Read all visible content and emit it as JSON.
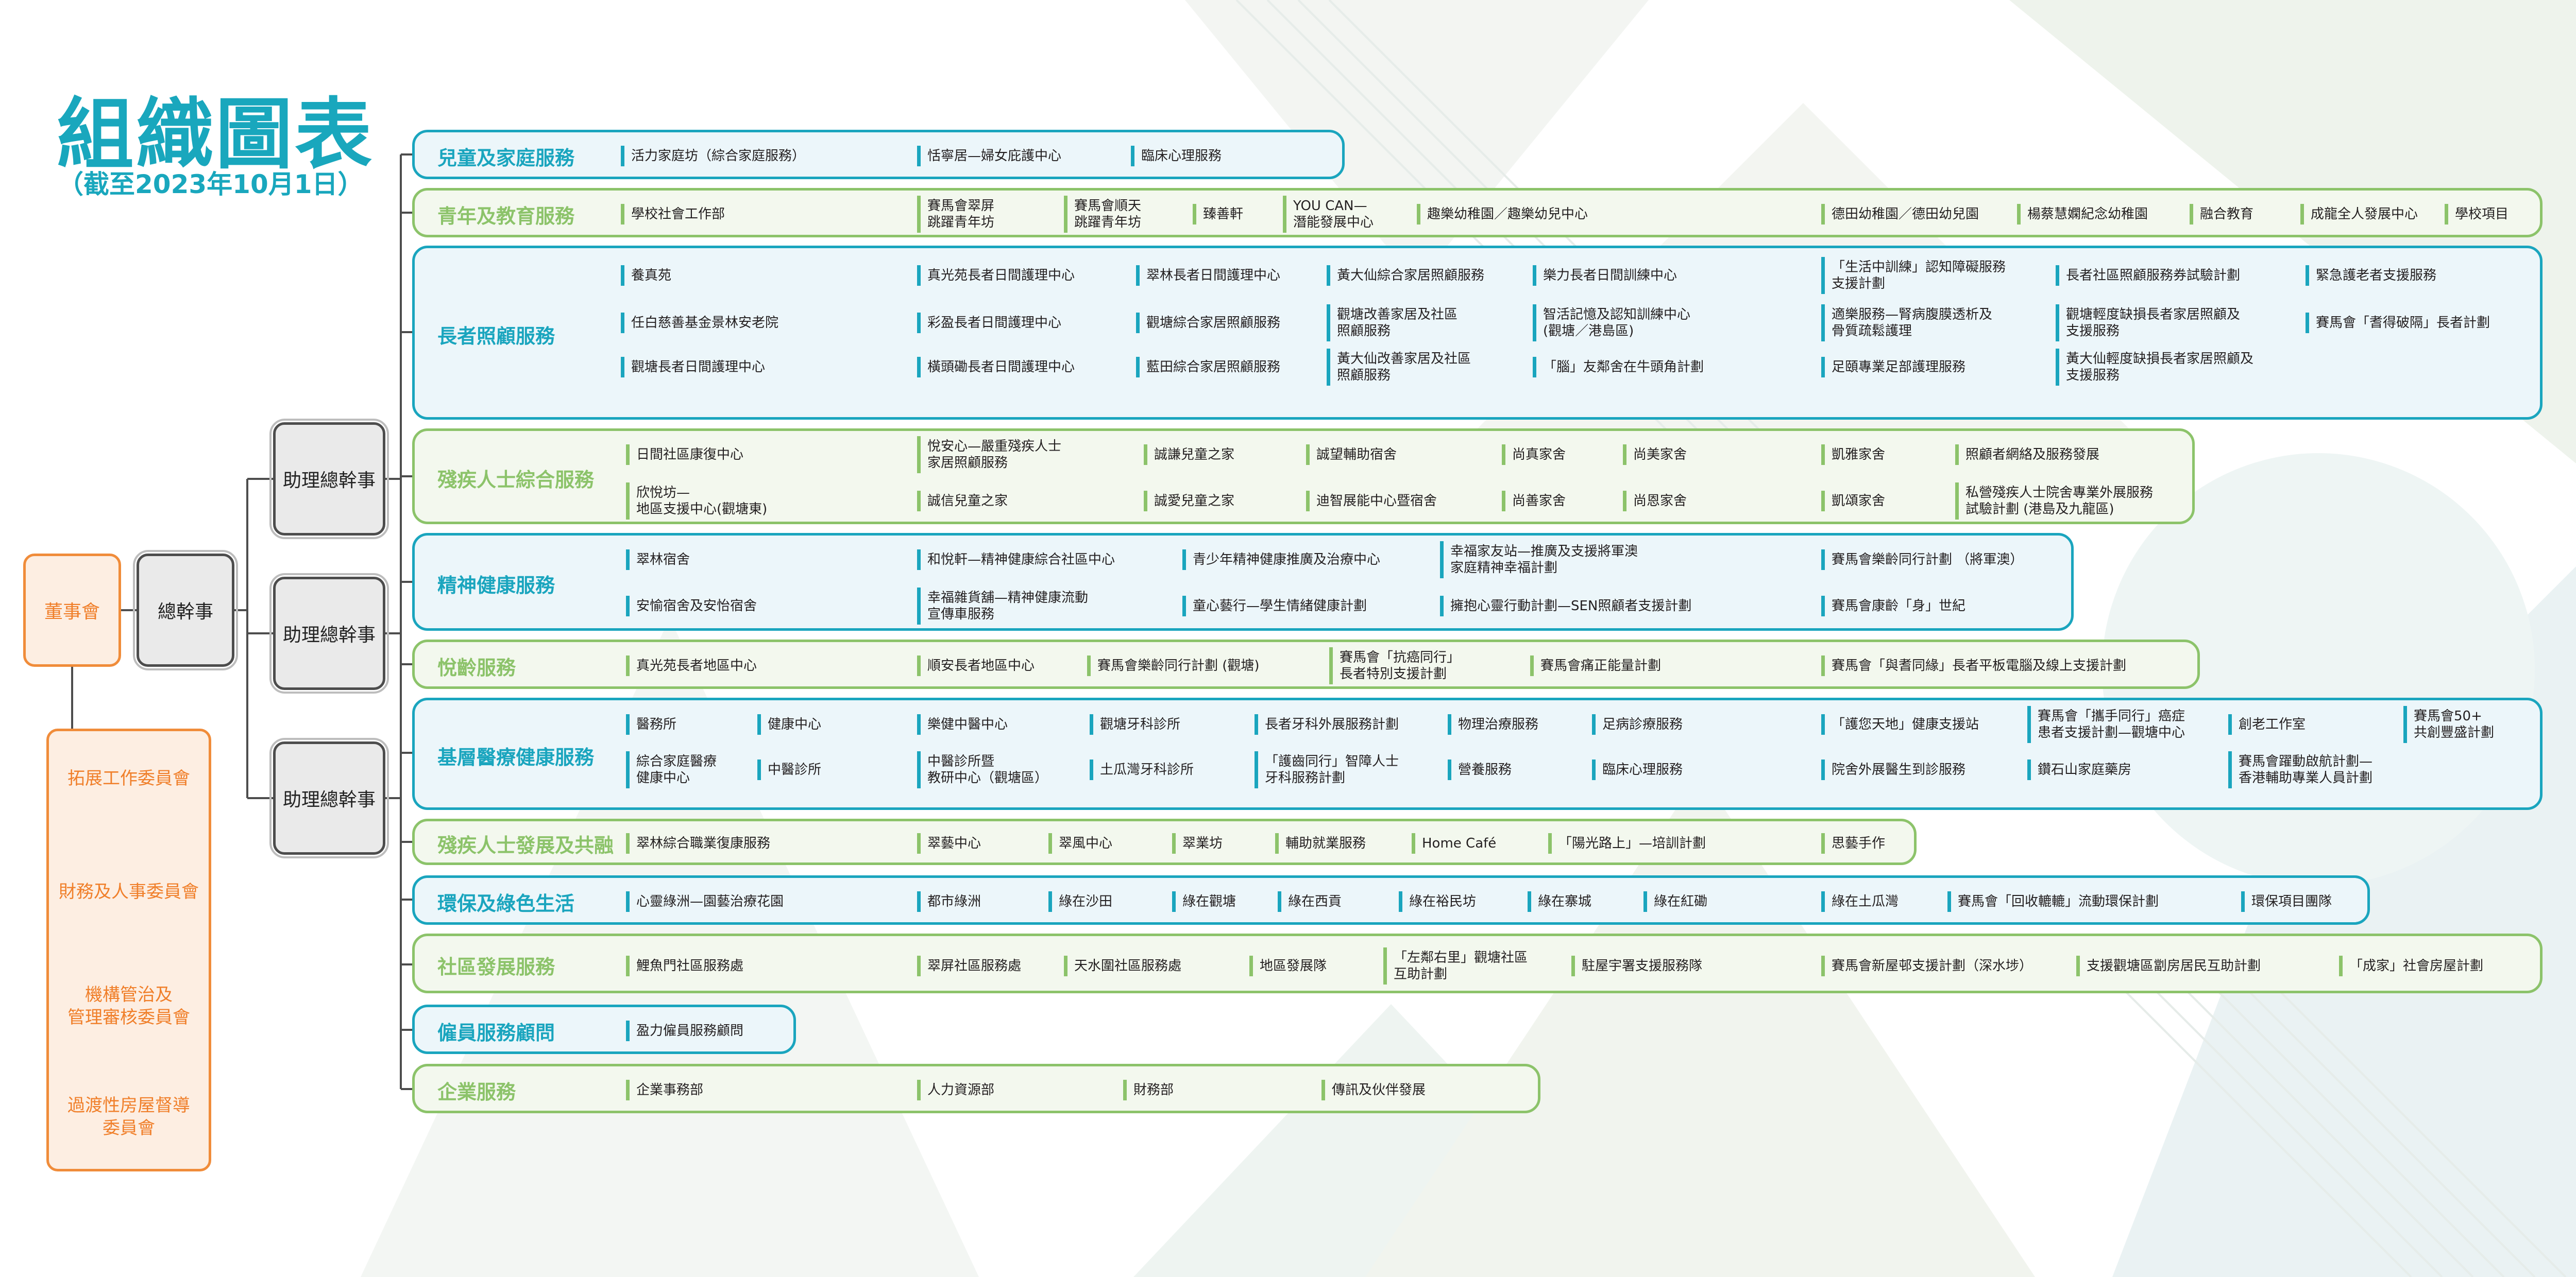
{
  "title": "組織圖表",
  "subtitle": "（截至2023年10月1日）",
  "board": "董事會",
  "director": "總幹事",
  "assistant_directors": [
    "助理總幹事",
    "助理總幹事",
    "助理總幹事"
  ],
  "committees": [
    "拓展工作委員會",
    "財務及人事委員會",
    "機構管治及\n管理審核委員會",
    "過渡性房屋督導\n委員會"
  ],
  "departments": [
    {
      "name": "兒童及家庭服務",
      "color": "blue",
      "items": [
        "活力家庭坊（綜合家庭服務）",
        "恬寧居—婦女庇護中心",
        "臨床心理服務"
      ]
    },
    {
      "name": "青年及教育服務",
      "color": "green",
      "items": [
        "學校社會工作部",
        "賽馬會翠屏\n跳躍青年坊",
        "賽馬會順天\n跳躍青年坊",
        "臻善軒",
        "YOU CAN—\n潛能發展中心",
        "趣樂幼稚園／趣樂幼兒中心",
        "德田幼稚園／德田幼兒園",
        "楊蔡慧嫻紀念幼稚園",
        "融合教育",
        "成龍全人發展中心",
        "學校項目"
      ]
    },
    {
      "name": "長者照顧服務",
      "color": "blue",
      "items": [
        "養真苑",
        "真光苑長者日間護理中心",
        "翠林長者日間護理中心",
        "黃大仙綜合家居照顧服務",
        "樂力長者日間訓練中心",
        "「生活中訓練」認知障礙服務\n支援計劃",
        "長者社區照顧服務券試驗計劃",
        "緊急護老者支援服務",
        "任白慈善基金景林安老院",
        "彩盈長者日間護理中心",
        "觀塘綜合家居照顧服務",
        "觀塘改善家居及社區\n照顧服務",
        "智活記憶及認知訓練中心\n(觀塘／港島區)",
        "適樂服務—腎病腹膜透析及\n骨質疏鬆護理",
        "觀塘輕度缺損長者家居照顧及\n支援服務",
        "賽馬會「耆得破隔」長者計劃",
        "觀塘長者日間護理中心",
        "橫頭磡長者日間護理中心",
        "藍田綜合家居照顧服務",
        "黃大仙改善家居及社區\n照顧服務",
        "「腦」友鄰舍在牛頭角計劃",
        "足頤專業足部護理服務",
        "黃大仙輕度缺損長者家居照顧及\n支援服務"
      ]
    },
    {
      "name": "殘疾人士綜合服務",
      "color": "green",
      "items": [
        "日間社區康復中心",
        "悅安心—嚴重殘疾人士\n家居照顧服務",
        "誠謙兒童之家",
        "誠望輔助宿舍",
        "尚真家舍",
        "尚美家舍",
        "凱雅家舍",
        "照顧者網絡及服務發展",
        "欣悅坊—\n地區支援中心(觀塘東)",
        "誠信兒童之家",
        "誠愛兒童之家",
        "迪智展能中心暨宿舍",
        "尚善家舍",
        "尚恩家舍",
        "凱頌家舍",
        "私營殘疾人士院舍專業外展服務\n試驗計劃 (港島及九龍區)"
      ]
    },
    {
      "name": "精神健康服務",
      "color": "blue",
      "items": [
        "翠林宿舍",
        "和悅軒—精神健康綜合社區中心",
        "青少年精神健康推廣及治療中心",
        "幸福家友站—推廣及支援將軍澳\n家庭精神幸福計劃",
        "賽馬會樂齡同行計劃 （將軍澳）",
        "安愉宿舍及安怡宿舍",
        "幸福雜貨舖—精神健康流動\n宣傳車服務",
        "童心藝行—學生情緒健康計劃",
        "擁抱心靈行動計劃—SEN照顧者支援計劃",
        "賽馬會康齡「身」世紀"
      ]
    },
    {
      "name": "悅齡服務",
      "color": "green",
      "items": [
        "真光苑長者地區中心",
        "順安長者地區中心",
        "賽馬會樂齡同行計劃 (觀塘)",
        "賽馬會「抗癌同行」\n長者特別支援計劃",
        "賽馬會痛正能量計劃",
        "賽馬會「與耆同緣」長者平板電腦及線上支援計劃"
      ]
    },
    {
      "name": "基層醫療健康服務",
      "color": "blue",
      "items": [
        "醫務所",
        "健康中心",
        "樂健中醫中心",
        "觀塘牙科診所",
        "長者牙科外展服務計劃",
        "物理治療服務",
        "足病診療服務",
        "「護您天地」健康支援站",
        "賽馬會「攜手同行」癌症\n患者支援計劃—觀塘中心",
        "創老工作室",
        "賽馬會50+\n共創豐盛計劃",
        "綜合家庭醫療\n健康中心",
        "中醫診所",
        "中醫診所暨\n教研中心（觀塘區）",
        "土瓜灣牙科診所",
        "「護齒同行」智障人士\n牙科服務計劃",
        "營養服務",
        "臨床心理服務",
        "院舍外展醫生到診服務",
        "鑽石山家庭藥房",
        "賽馬會躍動啟航計劃—\n香港輔助專業人員計劃"
      ]
    },
    {
      "name": "殘疾人士發展及共融",
      "color": "green",
      "items": [
        "翠林綜合職業復康服務",
        "翠藝中心",
        "翠風中心",
        "翠業坊",
        "輔助就業服務",
        "Home Café",
        "「陽光路上」—培訓計劃",
        "思藝手作"
      ]
    },
    {
      "name": "環保及綠色生活",
      "color": "blue",
      "items": [
        "心靈綠洲—園藝治療花園",
        "都市綠洲",
        "綠在沙田",
        "綠在觀塘",
        "綠在西貢",
        "綠在裕民坊",
        "綠在寨城",
        "綠在紅磡",
        "綠在土瓜灣",
        "賽馬會「回收轆轆」流動環保計劃",
        "環保項目團隊"
      ]
    },
    {
      "name": "社區發展服務",
      "color": "green",
      "items": [
        "鯉魚門社區服務處",
        "翠屏社區服務處",
        "天水圍社區服務處",
        "地區發展隊",
        "「左鄰右里」觀塘社區\n互助計劃",
        "駐屋宇署支援服務隊",
        "賽馬會新屋邨支援計劃（深水埗）",
        "支援觀塘區劏房居民互助計劃",
        "「成家」社會房屋計劃"
      ]
    },
    {
      "name": "僱員服務顧問",
      "color": "blue",
      "items": [
        "盈力僱員服務顧問"
      ]
    },
    {
      "name": "企業服務",
      "color": "green",
      "items": [
        "企業事務部",
        "人力資源部",
        "財務部",
        "傳訊及伙伴發展"
      ]
    }
  ]
}
